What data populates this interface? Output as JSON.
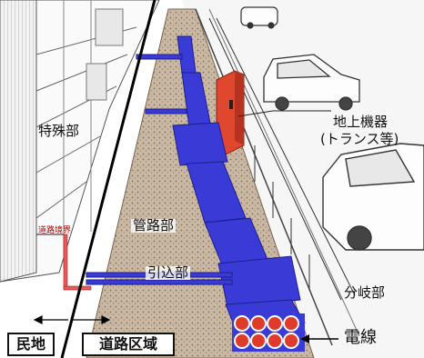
{
  "labels": {
    "special_section": "特殊部",
    "ground_equipment": "地上機器",
    "ground_equipment_sub": "(トランス等)",
    "road_boundary": "道路境界",
    "conduit_section": "管路部",
    "service_entry": "引込部",
    "branch_section": "分岐部",
    "cable": "電線",
    "private_land": "民地",
    "road_area": "道路区域"
  },
  "colors": {
    "duct": "#3a3ad6",
    "duct_dark": "#2323a8",
    "transformer": "#e0472f",
    "cable_red": "#e03a2a",
    "service_pipe": "#e85a5a"
  }
}
